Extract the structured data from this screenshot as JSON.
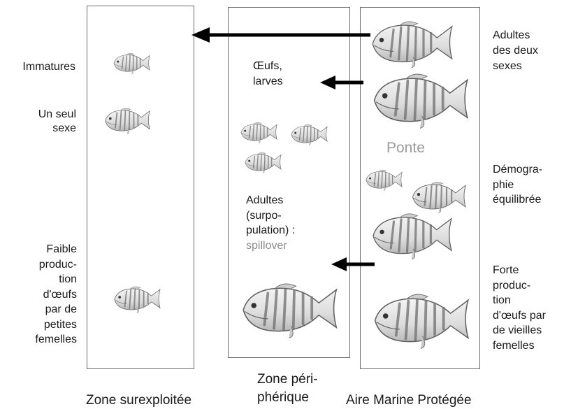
{
  "zones": {
    "surexploitee": "Zone surexploitée",
    "peripherique": "Zone péri-\nphérique",
    "amp": "Aire Marine Protégée"
  },
  "left_labels": {
    "immatures": "Immatures",
    "un_seul_sexe": "Un seul\nsexe",
    "faible_production": "Faible\nproduc-\ntion\nd'œufs\npar de\npetites\nfemelles"
  },
  "middle_labels": {
    "oeufs_larves": "Œufs,\nlarves",
    "adultes_surpopulation": "Adultes\n(surpo-\npulation) :",
    "spillover": "spillover"
  },
  "amp_labels": {
    "ponte": "Ponte"
  },
  "right_labels": {
    "adultes_deux_sexes": "Adultes\ndes deux\nsexes",
    "demographie": "Démogra-\nphie\néquilibrée",
    "forte_production": "Forte\nproduc-\ntion\nd'œufs par\nde vieilles\nfemelles"
  },
  "colors": {
    "border": "#6b6b6b",
    "arrow": "#000000",
    "fish_body": "#e2e2e2",
    "fish_stripe": "#707070",
    "muted_text": "#8c8c8c"
  }
}
